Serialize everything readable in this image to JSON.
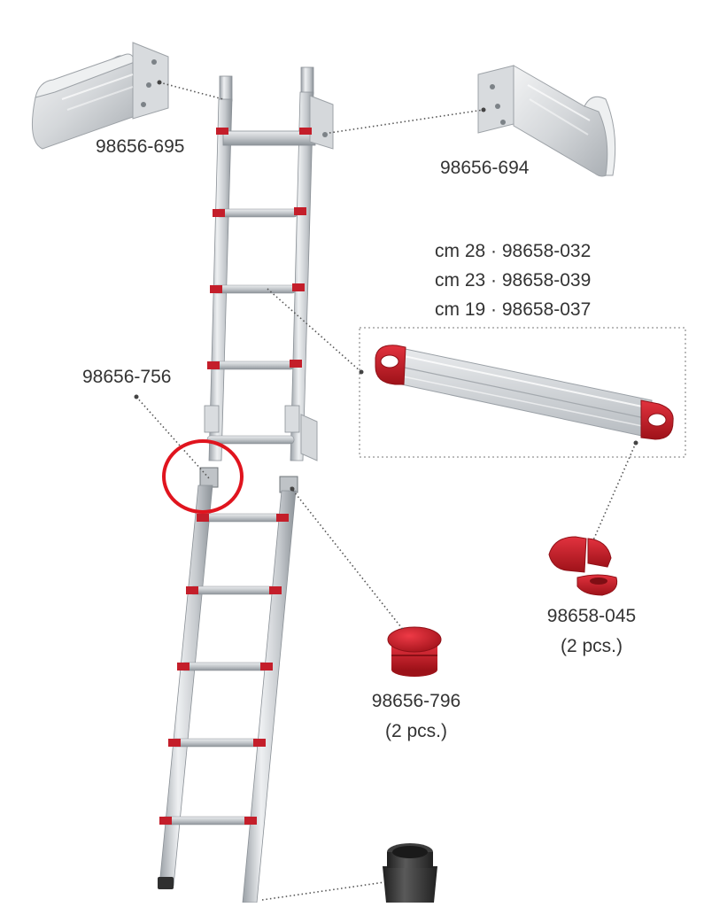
{
  "labels": {
    "hook_left": "98656-695",
    "hook_right": "98656-694",
    "step_length_28": "cm 28 · 98658-032",
    "step_length_23": "cm 23 · 98658-039",
    "step_length_19": "cm 19 · 98658-037",
    "hinge": "98656-756",
    "end_cap": "98658-045",
    "end_cap_qty": "(2 pcs.)",
    "plug": "98656-796",
    "plug_qty": "(2 pcs.)"
  },
  "colors": {
    "aluminium": "#c8ccd0",
    "red_part": "#c41e2a",
    "highlight_circle": "#e0141e",
    "leader_line": "#555555",
    "rubber_foot": "#2f2f2f"
  }
}
